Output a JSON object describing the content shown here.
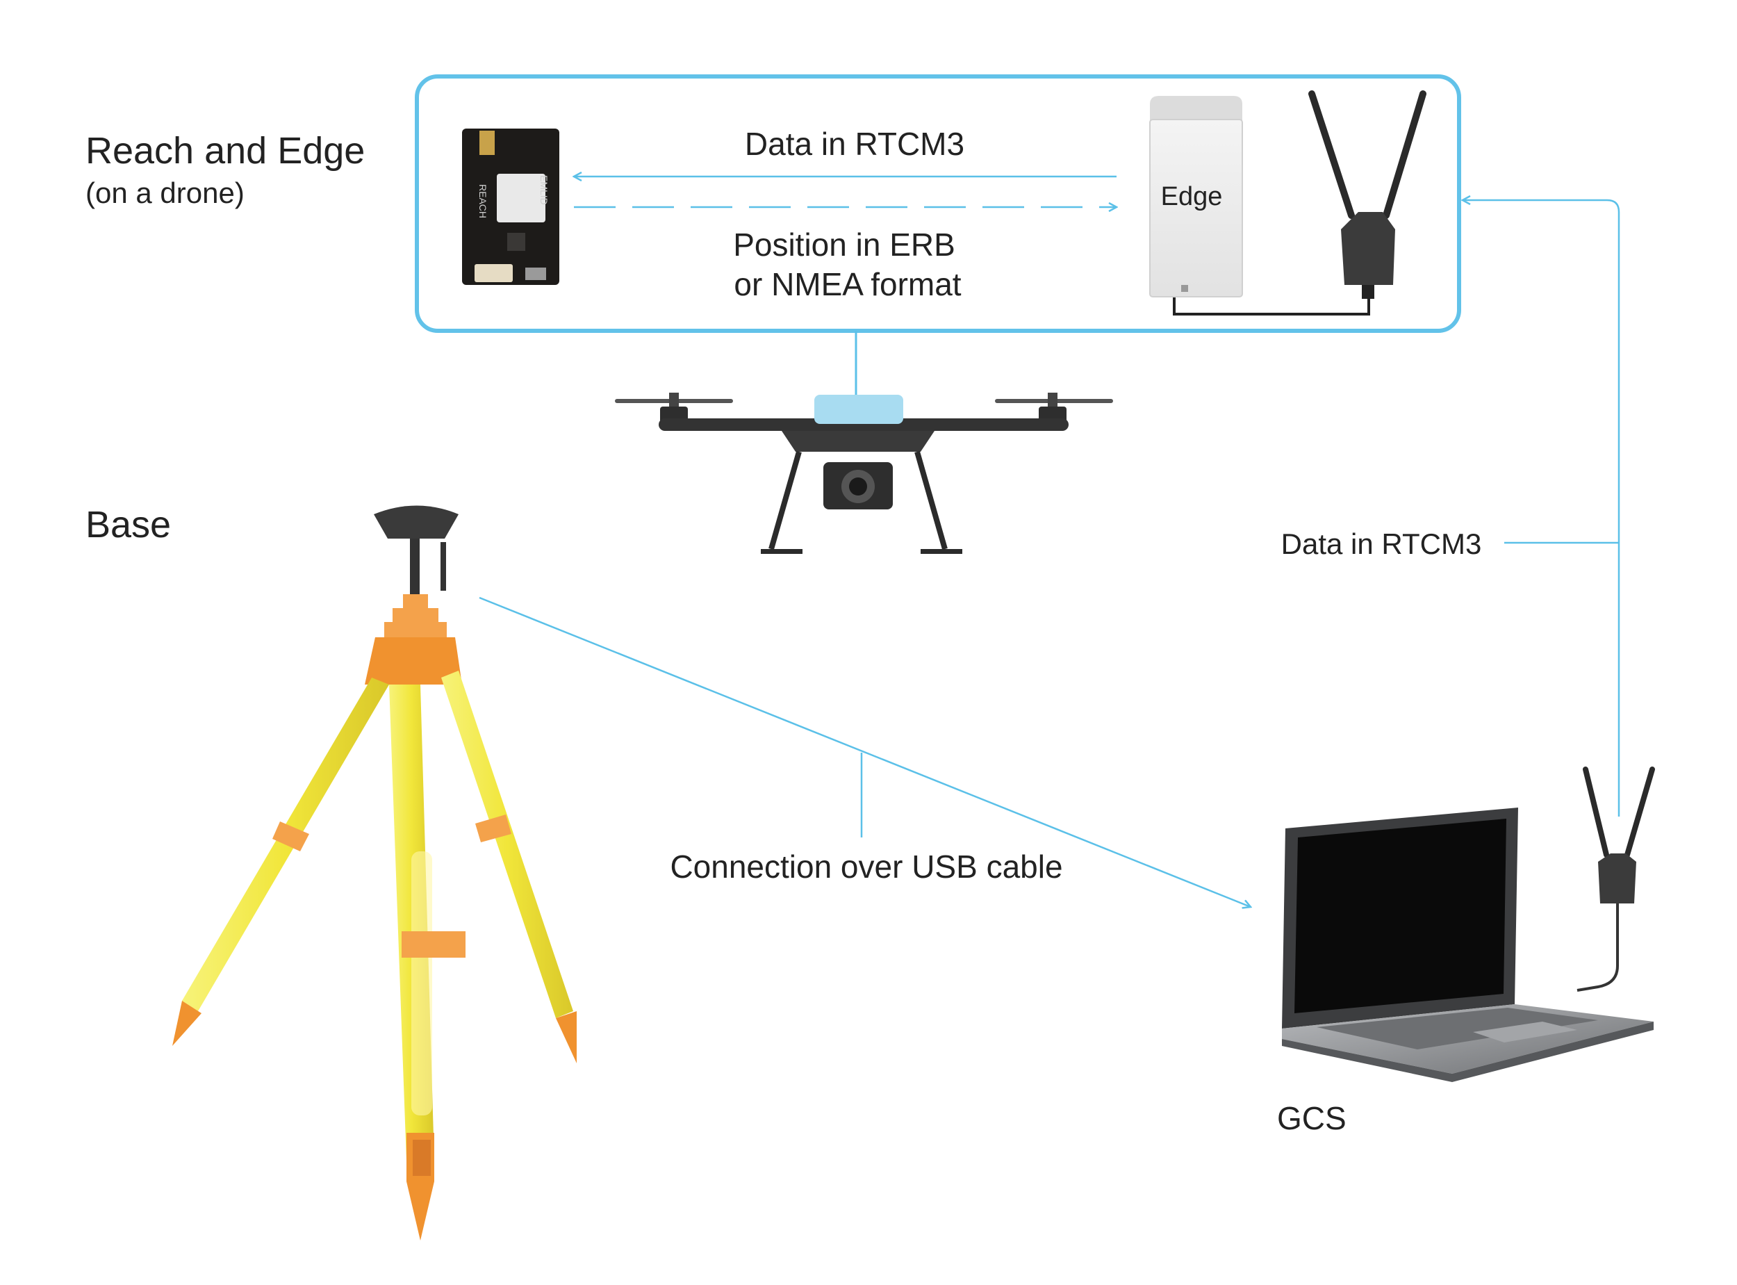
{
  "labels": {
    "reach_edge_title": "Reach and Edge",
    "reach_edge_subtitle": "(on a drone)",
    "base": "Base",
    "gcs": "GCS",
    "edge_device": "Edge",
    "data_rtcm3_top": "Data in RTCM3",
    "position_line1": "Position in ERB",
    "position_line2": "or NMEA format",
    "data_rtcm3_right": "Data in RTCM3",
    "usb_connection": "Connection over USB cable"
  },
  "board_text": {
    "reach": "REACH",
    "emlid": "EMLID"
  },
  "colors": {
    "accent": "#5bc0e8",
    "frame": "#62c2e9",
    "board": "#1d1b19",
    "tripod_yellow": "#f3ea3f",
    "tripod_orange": "#f4a24b",
    "drone_dark": "#2e2e2e",
    "laptop_silver": "#8d8f92"
  }
}
